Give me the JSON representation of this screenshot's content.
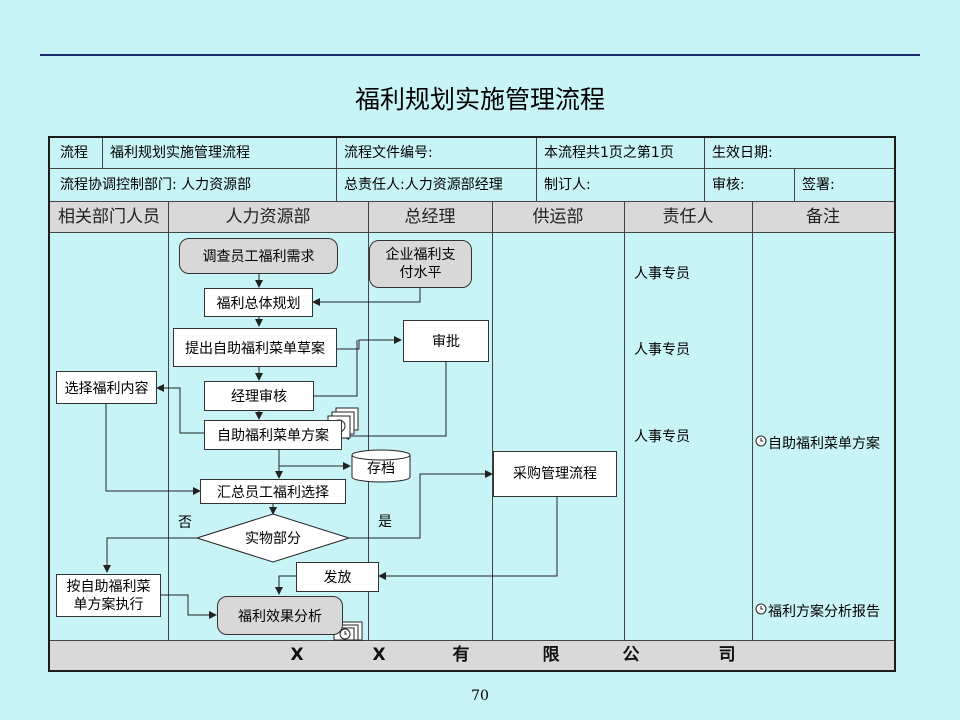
{
  "title": "福利规划实施管理流程",
  "header": {
    "r1": [
      "流程",
      "福利规划实施管理流程",
      "流程文件编号:",
      "本流程共1页之第1页",
      "生效日期:"
    ],
    "r2": [
      "流程协调控制部门: 人力资源部",
      "总责任人:人力资源部经理",
      "制订人:",
      "审核:",
      "签署:"
    ]
  },
  "columns": [
    "相关部门人员",
    "人力资源部",
    "总经理",
    "供运部",
    "责任人",
    "备注"
  ],
  "nodes": {
    "survey": "调查员工福利需求",
    "pay_level": "企业福利支付水平",
    "overall_plan": "福利总体规划",
    "draft_menu": "提出自助福利菜单草案",
    "approve": "审批",
    "select_content": "选择福利内容",
    "mgr_review": "经理审核",
    "menu_plan": "自助福利菜单方案",
    "archive": "存档",
    "purchase": "采购管理流程",
    "summarize": "汇总员工福利选择",
    "physical": "实物部分",
    "execute": "按自助福利菜单方案执行",
    "distribute": "发放",
    "analysis": "福利效果分析"
  },
  "branch": {
    "no": "否",
    "yes": "是"
  },
  "responsible": [
    "人事专员",
    "人事专员",
    "人事专员"
  ],
  "remarks": [
    "自助福利菜单方案",
    "福利方案分析报告"
  ],
  "footer": [
    "X",
    "X",
    "有",
    "限",
    "公",
    "司"
  ],
  "page_number": "70"
}
